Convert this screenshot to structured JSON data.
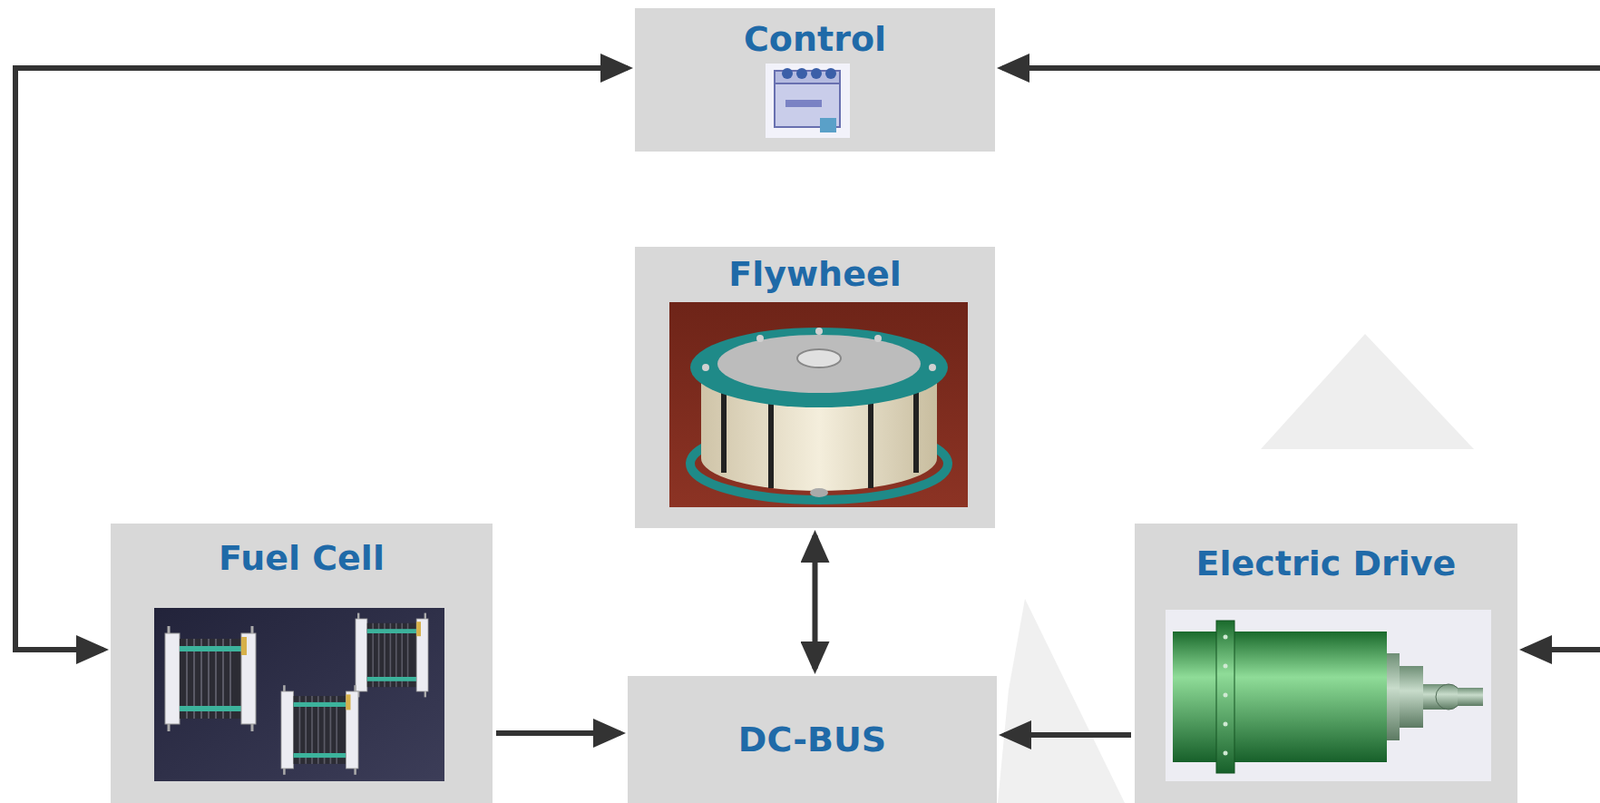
{
  "diagram": {
    "nodes": [
      {
        "text": [
          "Control"
        ]
      },
      {
        "text": [
          "Flywheel"
        ]
      },
      {
        "text": [
          "Fuel Cell"
        ]
      },
      {
        "text": [
          "DC-BUS"
        ]
      },
      {
        "text": [
          "Electric Drive"
        ]
      }
    ],
    "edges": [
      {
        "from": 0,
        "to": 2,
        "arrow": "both"
      },
      {
        "from": 0,
        "to": 4,
        "arrow": "both"
      },
      {
        "from": 1,
        "to": 3,
        "arrow": "both"
      },
      {
        "from": 2,
        "to": 3,
        "arrow": "to"
      },
      {
        "from": 4,
        "to": 3,
        "arrow": "to"
      }
    ]
  }
}
